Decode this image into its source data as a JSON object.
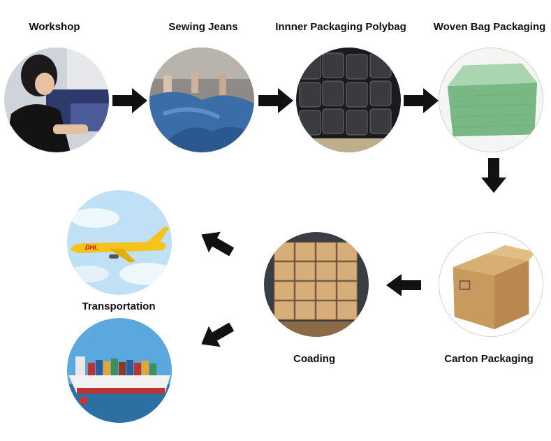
{
  "steps": {
    "workshop": {
      "label": "Workshop"
    },
    "sewing": {
      "label": "Sewing Jeans"
    },
    "inner": {
      "label": "Innner Packaging Polybag"
    },
    "woven": {
      "label": "Woven Bag Packaging"
    },
    "carton": {
      "label": "Carton Packaging"
    },
    "coading": {
      "label": "Coading"
    },
    "transport": {
      "label": "Transportation"
    }
  },
  "colors": {
    "arrow": "#111111",
    "dhl_yellow": "#f6c31a",
    "dhl_red": "#d40511",
    "woven_green": "#8fc79a",
    "carton_brown": "#c99a5e",
    "denim_blue": "#3b6ea8",
    "sky_blue": "#bfe0f5"
  }
}
